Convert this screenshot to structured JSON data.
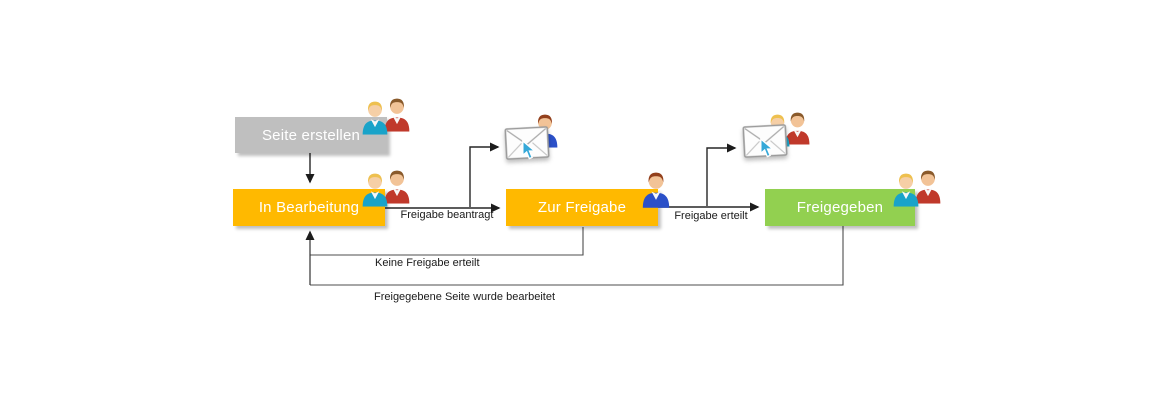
{
  "diagram": {
    "nodes": [
      {
        "id": "seite-erstellen",
        "label": "Seite erstellen",
        "color": "#bfbfbf",
        "text_color": "#ffffff"
      },
      {
        "id": "in-bearbeitung",
        "label": "In Bearbeitung",
        "color": "#ffb900",
        "text_color": "#ffffff"
      },
      {
        "id": "zur-freigabe",
        "label": "Zur Freigabe",
        "color": "#ffb900",
        "text_color": "#ffffff"
      },
      {
        "id": "freigegeben",
        "label": "Freigegeben",
        "color": "#92d050",
        "text_color": "#ffffff"
      }
    ],
    "edges": [
      {
        "from": "in-bearbeitung",
        "to": "zur-freigabe",
        "label": "Freigabe beantragt"
      },
      {
        "from": "zur-freigabe",
        "to": "freigegeben",
        "label": "Freigabe erteilt"
      },
      {
        "from": "zur-freigabe",
        "to": "in-bearbeitung",
        "label": "Keine Freigabe erteilt"
      },
      {
        "from": "freigegeben",
        "to": "in-bearbeitung",
        "label": "Freigegebene Seite wurde bearbeitet"
      },
      {
        "from": "seite-erstellen",
        "to": "in-bearbeitung",
        "label": ""
      }
    ],
    "icons": {
      "creators": "two-users-icon",
      "editors": "two-users-icon",
      "approver": "single-user-icon",
      "approved_viewers": "two-users-icon",
      "notify_approver": "envelope-cursor-icon",
      "notify_editors": "envelope-cursor-icon"
    },
    "colors": {
      "draft": "#bfbfbf",
      "pending": "#ffb900",
      "approved": "#92d050",
      "connector": "#262626",
      "return_connector": "#4d4d4d",
      "cursor_blue": "#35a8d8"
    }
  }
}
